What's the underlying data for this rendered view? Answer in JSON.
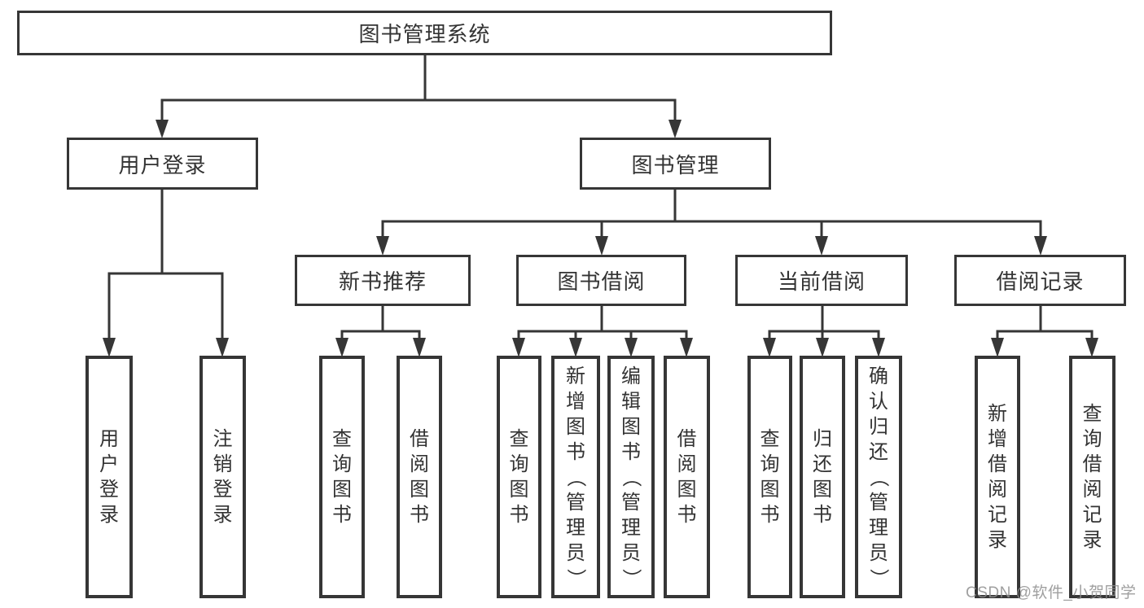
{
  "nodes": {
    "root": "图书管理系统",
    "user_login": "用户登录",
    "book_management": "图书管理",
    "new_book_recommendation": "新书推荐",
    "book_borrowing": "图书借阅",
    "current_borrowing": "当前借阅",
    "borrowing_records": "借阅记录",
    "leaf_user_login": "用户登录",
    "leaf_logout": "注销登录",
    "nb_query_books": "查询图书",
    "nb_borrow_books": "借阅图书",
    "bb_query_books": "查询图书",
    "bb_add_books": "新增图书（管理员）",
    "bb_edit_books": "编辑图书（管理员）",
    "bb_borrow_books": "借阅图书",
    "cb_query_books": "查询图书",
    "cb_return_books": "归还图书",
    "cb_confirm_return": "确认归还（管理员）",
    "br_add_record": "新增借阅记录",
    "br_query_record": "查询借阅记录"
  },
  "watermark": "CSDN @软件_小贺同学",
  "colors": {
    "line": "#363636",
    "text": "#333333",
    "watermark_text": "#8f8f8f",
    "background": "#ffffff"
  }
}
